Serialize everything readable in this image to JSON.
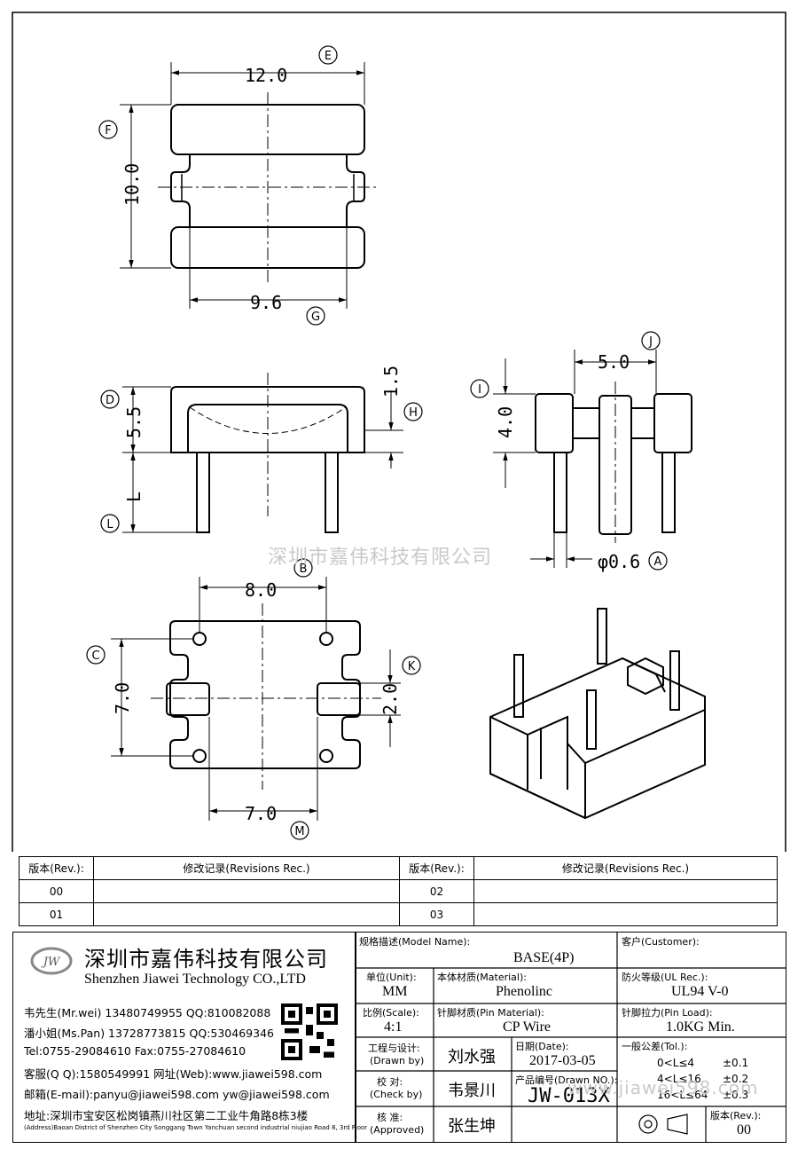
{
  "dimensions": {
    "E": "12.0",
    "F": "10.0",
    "G": "9.6",
    "D": "5.5",
    "L": "L",
    "H": "1.5",
    "I": "4.0",
    "J": "5.0",
    "A": "φ0.6",
    "B": "8.0",
    "C": "7.0",
    "K": "2.0",
    "M": "7.0"
  },
  "callouts": [
    "E",
    "F",
    "G",
    "D",
    "H",
    "L",
    "I",
    "J",
    "A",
    "B",
    "C",
    "K",
    "M"
  ],
  "watermark_center": "深圳市嘉伟科技有限公司",
  "watermark_corner": "www.jiawei598.com",
  "revisions": {
    "header_rev": "版本(Rev.):",
    "header_rec": "修改记录(Revisions Rec.)",
    "rows": [
      {
        "left_rev": "00",
        "right_rev": "02"
      },
      {
        "left_rev": "01",
        "right_rev": "03"
      }
    ]
  },
  "company": {
    "logo_text": "JW",
    "name_cn": "深圳市嘉伟科技有限公司",
    "name_en": "Shenzhen Jiawei Technology CO.,LTD",
    "contacts": [
      "韦先生(Mr.wei) 13480749955 QQ:810082088",
      "潘小姐(Ms.Pan) 13728773815 QQ:530469346",
      "Tel:0755-29084610      Fax:0755-27084610",
      "客服(Q Q):1580549991   网址(Web):www.jiawei598.com",
      "邮箱(E-mail):panyu@jiawei598.com  yw@jiawei598.com"
    ],
    "address_cn": "地址:深圳市宝安区松岗镇燕川社区第二工业牛角路8栋3楼",
    "address_en": "(Address)Baoan District of Shenzhen City Songgang Town Yanchuan  second industrial niujiao Road 8, 3rd Floor"
  },
  "title_block": {
    "model_label": "规格描述(Model Name):",
    "model_value": "BASE(4P)",
    "customer_label": "客户(Customer):",
    "customer_value": "",
    "unit_label": "单位(Unit):",
    "unit_value": "MM",
    "material_label": "本体材质(Material):",
    "material_value": "Phenolinc",
    "ul_label": "防火等级(UL Rec.):",
    "ul_value": "UL94 V-0",
    "scale_label": "比例(Scale):",
    "scale_value": "4:1",
    "pin_material_label": "针脚材质(Pin Material):",
    "pin_material_value": "CP Wire",
    "pin_load_label": "针脚拉力(Pin Load):",
    "pin_load_value": "1.0KG Min.",
    "drawn_label": "工程与设计:",
    "drawn_label_en": "(Drawn by)",
    "drawn_value": "刘水强",
    "date_label": "日期(Date):",
    "date_value": "2017-03-05",
    "check_label": "校  对:",
    "check_label_en": "(Check by)",
    "check_value": "韦景川",
    "drawn_no_label": "产品编号(Drawn NO.):",
    "drawn_no_value": "JW-013X",
    "approved_label": "核  准:",
    "approved_label_en": "(Approved)",
    "approved_value": "张生坤",
    "tolerance_label": "一般公差(Tol.):",
    "tolerances": [
      {
        "range": "0<L≤4",
        "tol": "±0.1"
      },
      {
        "range": "4<L≤16",
        "tol": "±0.2"
      },
      {
        "range": "16<L≤64",
        "tol": "±0.3"
      }
    ],
    "rev_label": "版本(Rev.):",
    "rev_value": "00"
  }
}
